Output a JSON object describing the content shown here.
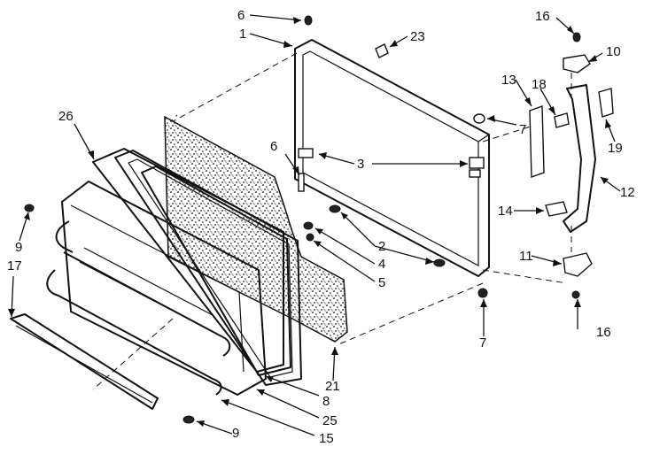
{
  "callouts": [
    {
      "id": "c6a",
      "text": "6"
    },
    {
      "id": "c1",
      "text": "1"
    },
    {
      "id": "c23",
      "text": "23"
    },
    {
      "id": "c16a",
      "text": "16"
    },
    {
      "id": "c10",
      "text": "10"
    },
    {
      "id": "c26",
      "text": "26"
    },
    {
      "id": "c13",
      "text": "13"
    },
    {
      "id": "c18",
      "text": "18"
    },
    {
      "id": "c7a",
      "text": "7"
    },
    {
      "id": "c19",
      "text": "19"
    },
    {
      "id": "c6b",
      "text": "6"
    },
    {
      "id": "c3",
      "text": "3"
    },
    {
      "id": "c12",
      "text": "12"
    },
    {
      "id": "c14",
      "text": "14"
    },
    {
      "id": "c2",
      "text": "2"
    },
    {
      "id": "c9a",
      "text": "9"
    },
    {
      "id": "c4",
      "text": "4"
    },
    {
      "id": "c17",
      "text": "17"
    },
    {
      "id": "c11",
      "text": "11"
    },
    {
      "id": "c5",
      "text": "5"
    },
    {
      "id": "c16b",
      "text": "16"
    },
    {
      "id": "c7b",
      "text": "7"
    },
    {
      "id": "c21",
      "text": "21"
    },
    {
      "id": "c8",
      "text": "8"
    },
    {
      "id": "c25",
      "text": "25"
    },
    {
      "id": "c15",
      "text": "15"
    },
    {
      "id": "c9b",
      "text": "9"
    }
  ]
}
